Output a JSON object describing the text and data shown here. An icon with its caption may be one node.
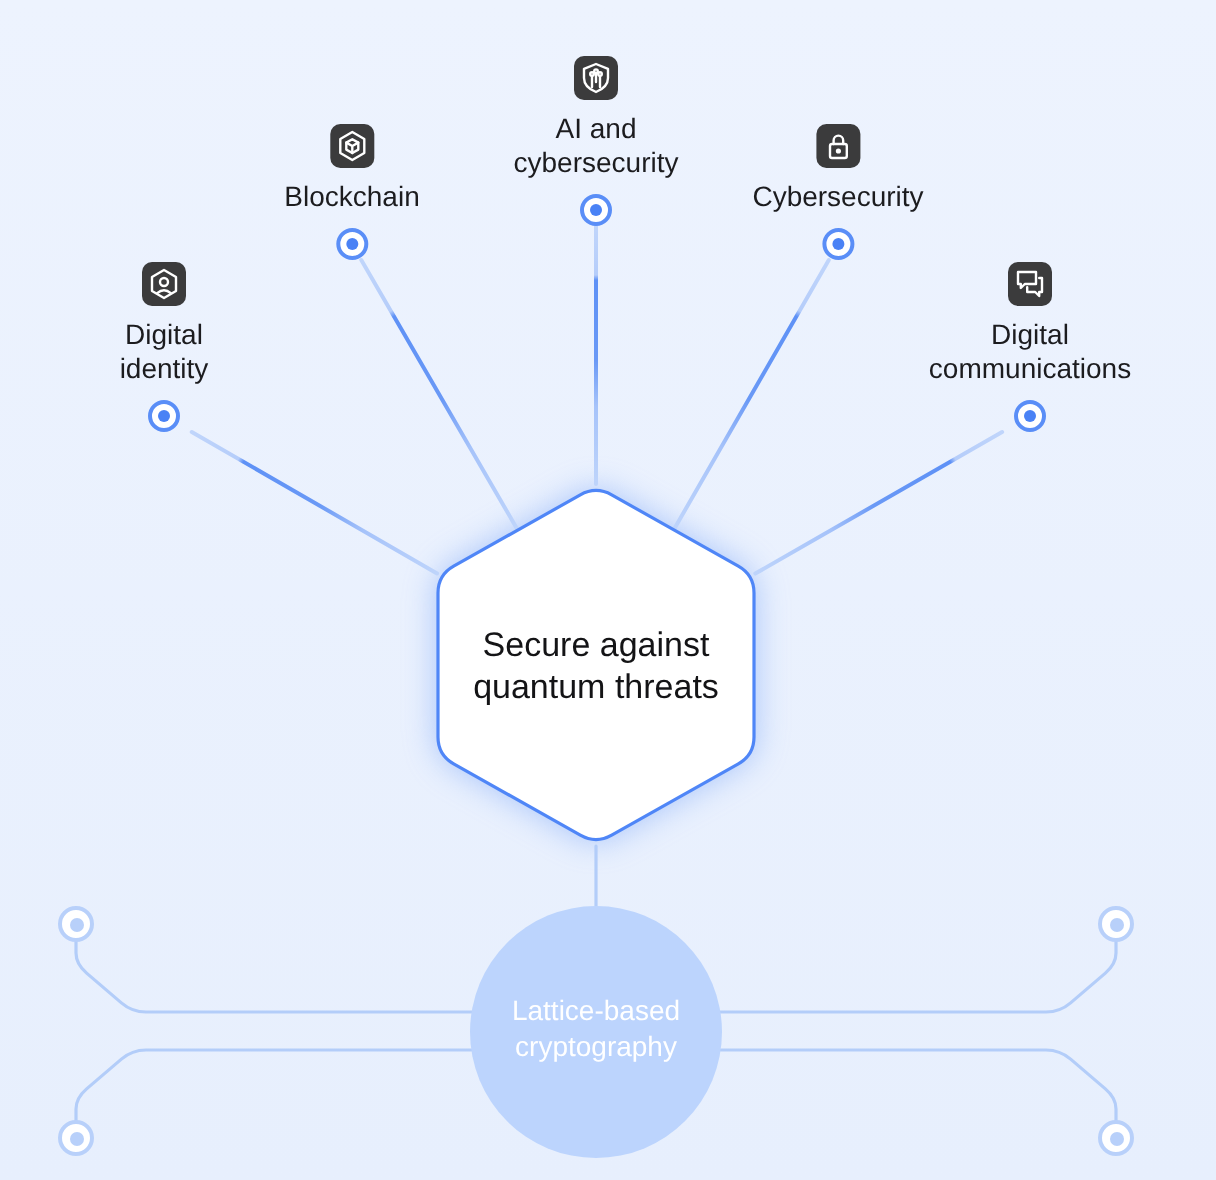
{
  "diagram": {
    "nodes": [
      {
        "text": [
          "Digital identity"
        ]
      },
      {
        "text": [
          "Blockchain"
        ]
      },
      {
        "text": [
          "AI and cybersecurity"
        ]
      },
      {
        "text": [
          "Cybersecurity"
        ]
      },
      {
        "text": [
          "Digital communications"
        ]
      },
      {
        "text": [
          "Secure against quantum threats"
        ]
      },
      {
        "text": [
          "Lattice-based cryptography"
        ]
      },
      {
        "text": [],
        "shape": "circle"
      },
      {
        "text": [],
        "shape": "circle"
      },
      {
        "text": [],
        "shape": "circle"
      },
      {
        "text": [],
        "shape": "circle"
      }
    ],
    "edges": [
      {
        "from": 5,
        "to": 0,
        "arrow": "none"
      },
      {
        "from": 5,
        "to": 1,
        "arrow": "none"
      },
      {
        "from": 5,
        "to": 2,
        "arrow": "none"
      },
      {
        "from": 5,
        "to": 3,
        "arrow": "none"
      },
      {
        "from": 5,
        "to": 4,
        "arrow": "none"
      },
      {
        "from": 5,
        "to": 6,
        "arrow": "none",
        "color": "#b3cdf9"
      },
      {
        "from": 6,
        "to": 7,
        "arrow": "none",
        "color": "#b3cdf9"
      },
      {
        "from": 6,
        "to": 8,
        "arrow": "none",
        "color": "#b3cdf9"
      },
      {
        "from": 6,
        "to": 9,
        "arrow": "none",
        "color": "#b3cdf9"
      },
      {
        "from": 6,
        "to": 10,
        "arrow": "none",
        "color": "#b3cdf9"
      }
    ]
  }
}
